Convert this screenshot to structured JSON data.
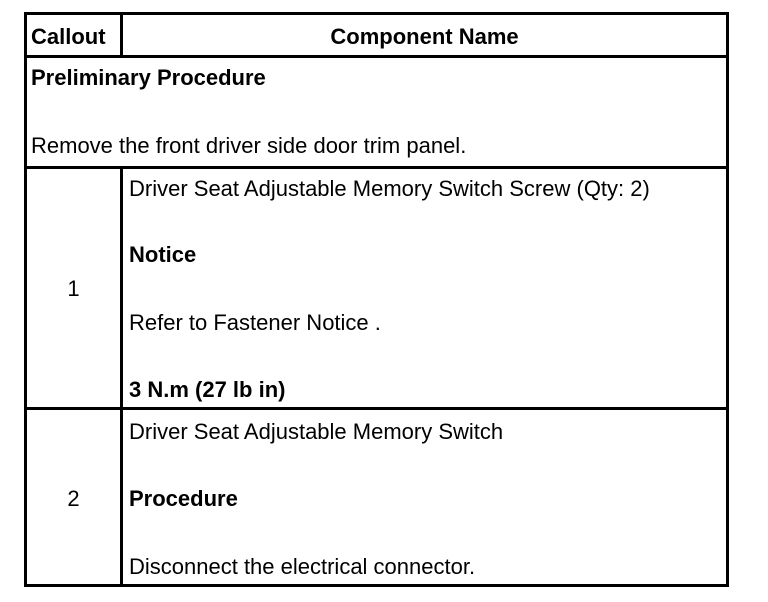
{
  "header": {
    "callout_label": "Callout",
    "component_label": "Component Name"
  },
  "preliminary": {
    "title": "Preliminary Procedure",
    "text": "Remove the front driver side door trim panel."
  },
  "rows": [
    {
      "callout": "1",
      "component": "Driver Seat Adjustable Memory Switch Screw (Qty: 2)",
      "note_title": "Notice",
      "note_text": "Refer to Fastener Notice .",
      "spec": "3 N.m (27 lb in)"
    },
    {
      "callout": "2",
      "component": "Driver Seat Adjustable Memory Switch",
      "note_title": "Procedure",
      "note_text": "Disconnect the electrical connector."
    }
  ]
}
